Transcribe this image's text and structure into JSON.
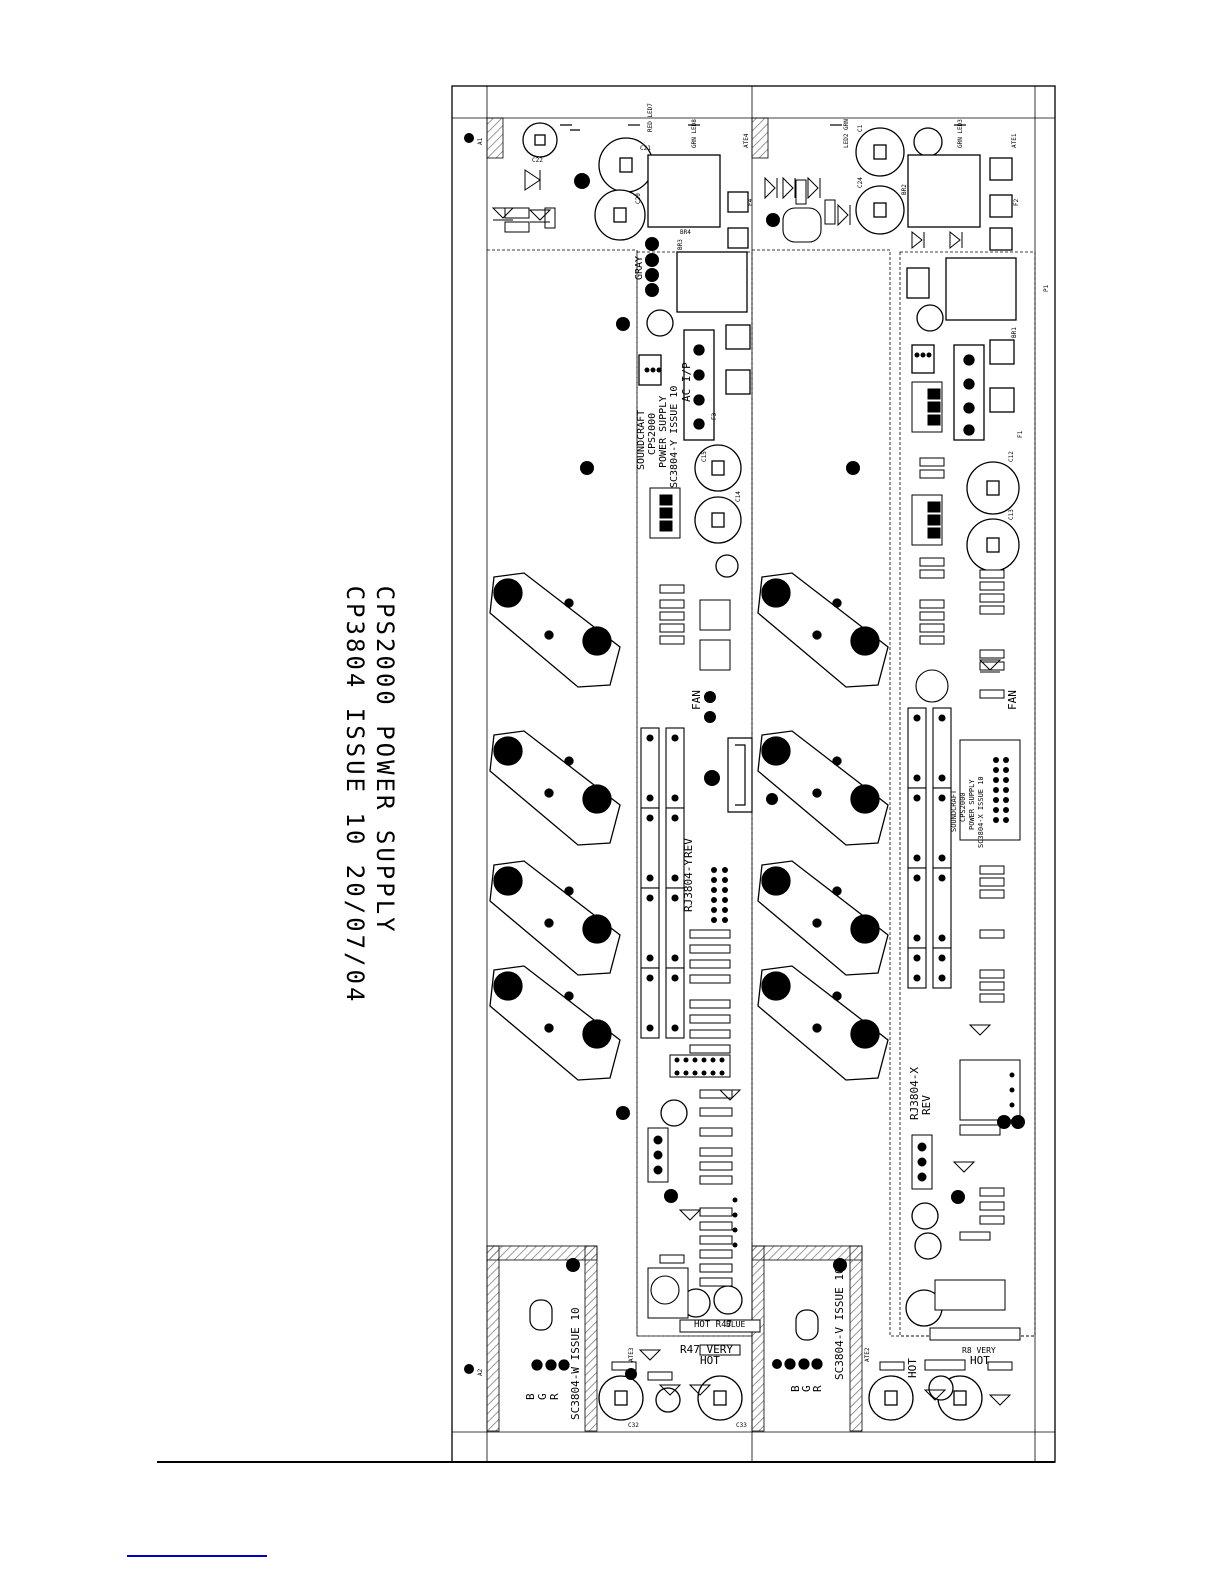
{
  "title": {
    "line1": "CPS2000 POWER SUPPLY",
    "line2": "CP3804 ISSUE 10  20/07/04"
  },
  "labels": {
    "soundcraft_y": "SOUNDCRAFT",
    "cps2000_y": "CPS2000",
    "power_supply_y": "POWER SUPPLY",
    "issue_y": "SC3804-Y ISSUE 10",
    "rj_y": "RJ3804-Y",
    "rev_y": "REV",
    "soundcraft_x": "SOUNDCRAFT",
    "cps2000_x": "CPS2000",
    "power_supply_x": "POWER SUPPLY",
    "issue_x": "SC3804-X ISSUE 10",
    "rj_x": "RJ3804-X",
    "rev_x": "REV",
    "issue_w": "SC3804-W ISSUE 10",
    "issue_v": "SC3804-V ISSUE 10",
    "gray": "GRAY",
    "fan_1": "FAN",
    "fan_2": "FAN",
    "ac_ip": "AC I/P",
    "r47_very_hot": "R47 VERY",
    "hot_1": "HOT",
    "hot_2": "HOT",
    "r47": "HOT R47",
    "blue": "BLUE",
    "r8_very_hot": "R8 VERY",
    "hot_3": "HOT",
    "b": "B",
    "g": "G",
    "r": "R",
    "b2": "B",
    "g2": "G",
    "r2": "R",
    "a1": "A1",
    "a2": "A2",
    "ate1": "ATE1",
    "ate4": "ATE4",
    "ate2": "ATE2",
    "ate3": "ATE3",
    "c21": "C21",
    "c20": "C20",
    "c22": "C22",
    "c1": "C1",
    "c24": "C24",
    "c15": "C15",
    "c14": "C14",
    "c12": "C12",
    "c13": "C13",
    "c32": "C32",
    "c33": "C33",
    "red_led7": "RED LED7",
    "grn_led8": "GRN LED8",
    "grn_led3": "GRN LED3",
    "led2_grn": "LED2 GRN",
    "br2": "BR2",
    "br4": "BR4",
    "br3": "BR3",
    "br1": "BR1",
    "f1": "F1",
    "f2": "F2",
    "f3": "F3",
    "f4": "F4",
    "p1": "P1"
  },
  "colors": {
    "ink": "#000000",
    "paper": "#ffffff",
    "hatch": "#777777",
    "link": "#0000cc"
  }
}
